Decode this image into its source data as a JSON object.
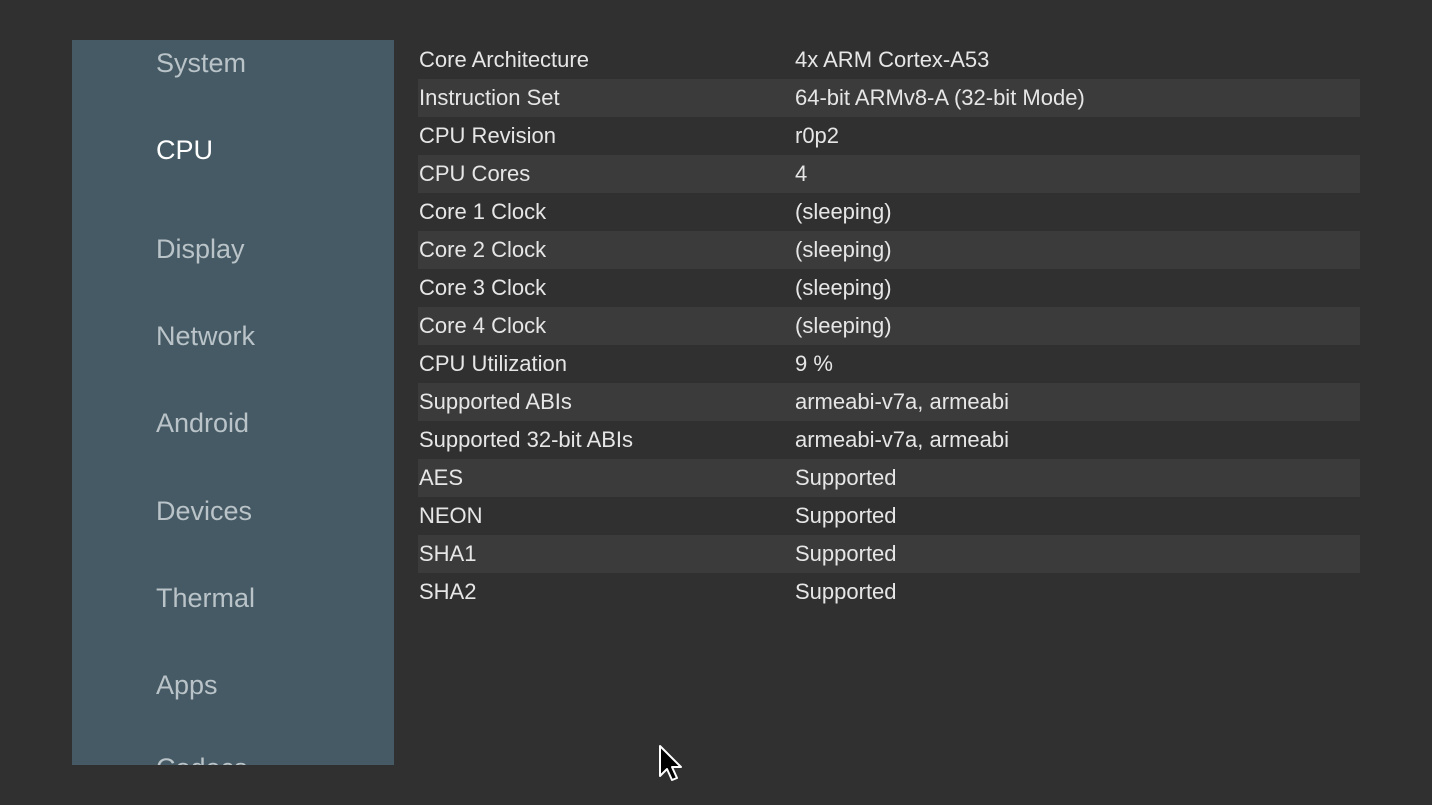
{
  "sidebar": {
    "items": [
      {
        "label": "System",
        "active": false
      },
      {
        "label": "CPU",
        "active": true
      },
      {
        "label": "Display",
        "active": false
      },
      {
        "label": "Network",
        "active": false
      },
      {
        "label": "Android",
        "active": false
      },
      {
        "label": "Devices",
        "active": false
      },
      {
        "label": "Thermal",
        "active": false
      },
      {
        "label": "Apps",
        "active": false
      },
      {
        "label": "Codecs",
        "active": false
      }
    ]
  },
  "cpu_info": {
    "rows": [
      {
        "label": "Core Architecture",
        "value": "4x ARM Cortex-A53"
      },
      {
        "label": "Instruction Set",
        "value": "64-bit ARMv8-A (32-bit Mode)"
      },
      {
        "label": "CPU Revision",
        "value": "r0p2"
      },
      {
        "label": "CPU Cores",
        "value": "4"
      },
      {
        "label": "Core 1 Clock",
        "value": "(sleeping)"
      },
      {
        "label": "Core 2 Clock",
        "value": "(sleeping)"
      },
      {
        "label": "Core 3 Clock",
        "value": "(sleeping)"
      },
      {
        "label": "Core 4 Clock",
        "value": "(sleeping)"
      },
      {
        "label": "CPU Utilization",
        "value": "9 %"
      },
      {
        "label": "Supported ABIs",
        "value": "armeabi-v7a, armeabi"
      },
      {
        "label": "Supported 32-bit ABIs",
        "value": "armeabi-v7a, armeabi"
      },
      {
        "label": "AES",
        "value": "Supported"
      },
      {
        "label": "NEON",
        "value": "Supported"
      },
      {
        "label": "SHA1",
        "value": "Supported"
      },
      {
        "label": "SHA2",
        "value": "Supported"
      }
    ]
  },
  "icons": {
    "cursor": "mouse-pointer-icon"
  },
  "colors": {
    "background": "#303030",
    "sidebar": "#455a64",
    "row_alt": "#3b3b3b",
    "text": "#e6e6e6",
    "nav_inactive": "#b9c3c8",
    "nav_active": "#ffffff"
  }
}
